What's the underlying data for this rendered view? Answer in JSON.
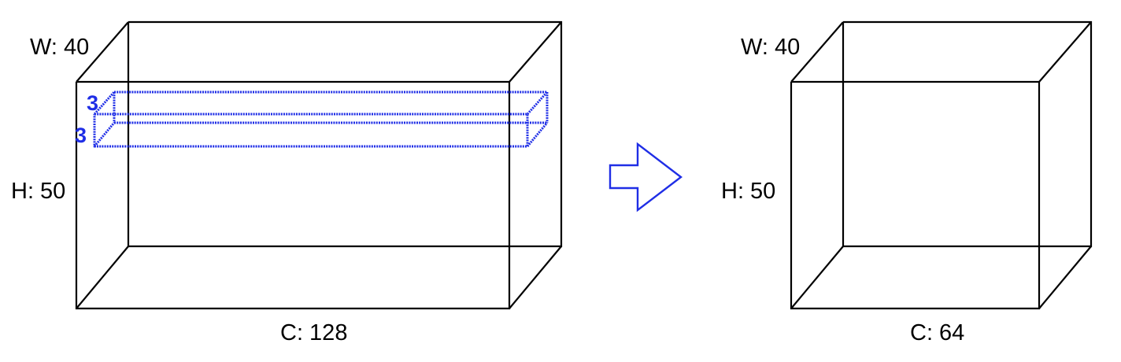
{
  "colors": {
    "line": "#000000",
    "accent": "#1f2ee6",
    "background": "#ffffff"
  },
  "input_volume": {
    "width_label": "W: 40",
    "height_label": "H: 50",
    "channels_label": "C: 128"
  },
  "kernel": {
    "height_label": "3",
    "width_label": "3"
  },
  "transform_arrow": {
    "icon": "right-arrow-icon"
  },
  "output_volume": {
    "width_label": "W: 40",
    "height_label": "H: 50",
    "channels_label": "C: 64"
  }
}
